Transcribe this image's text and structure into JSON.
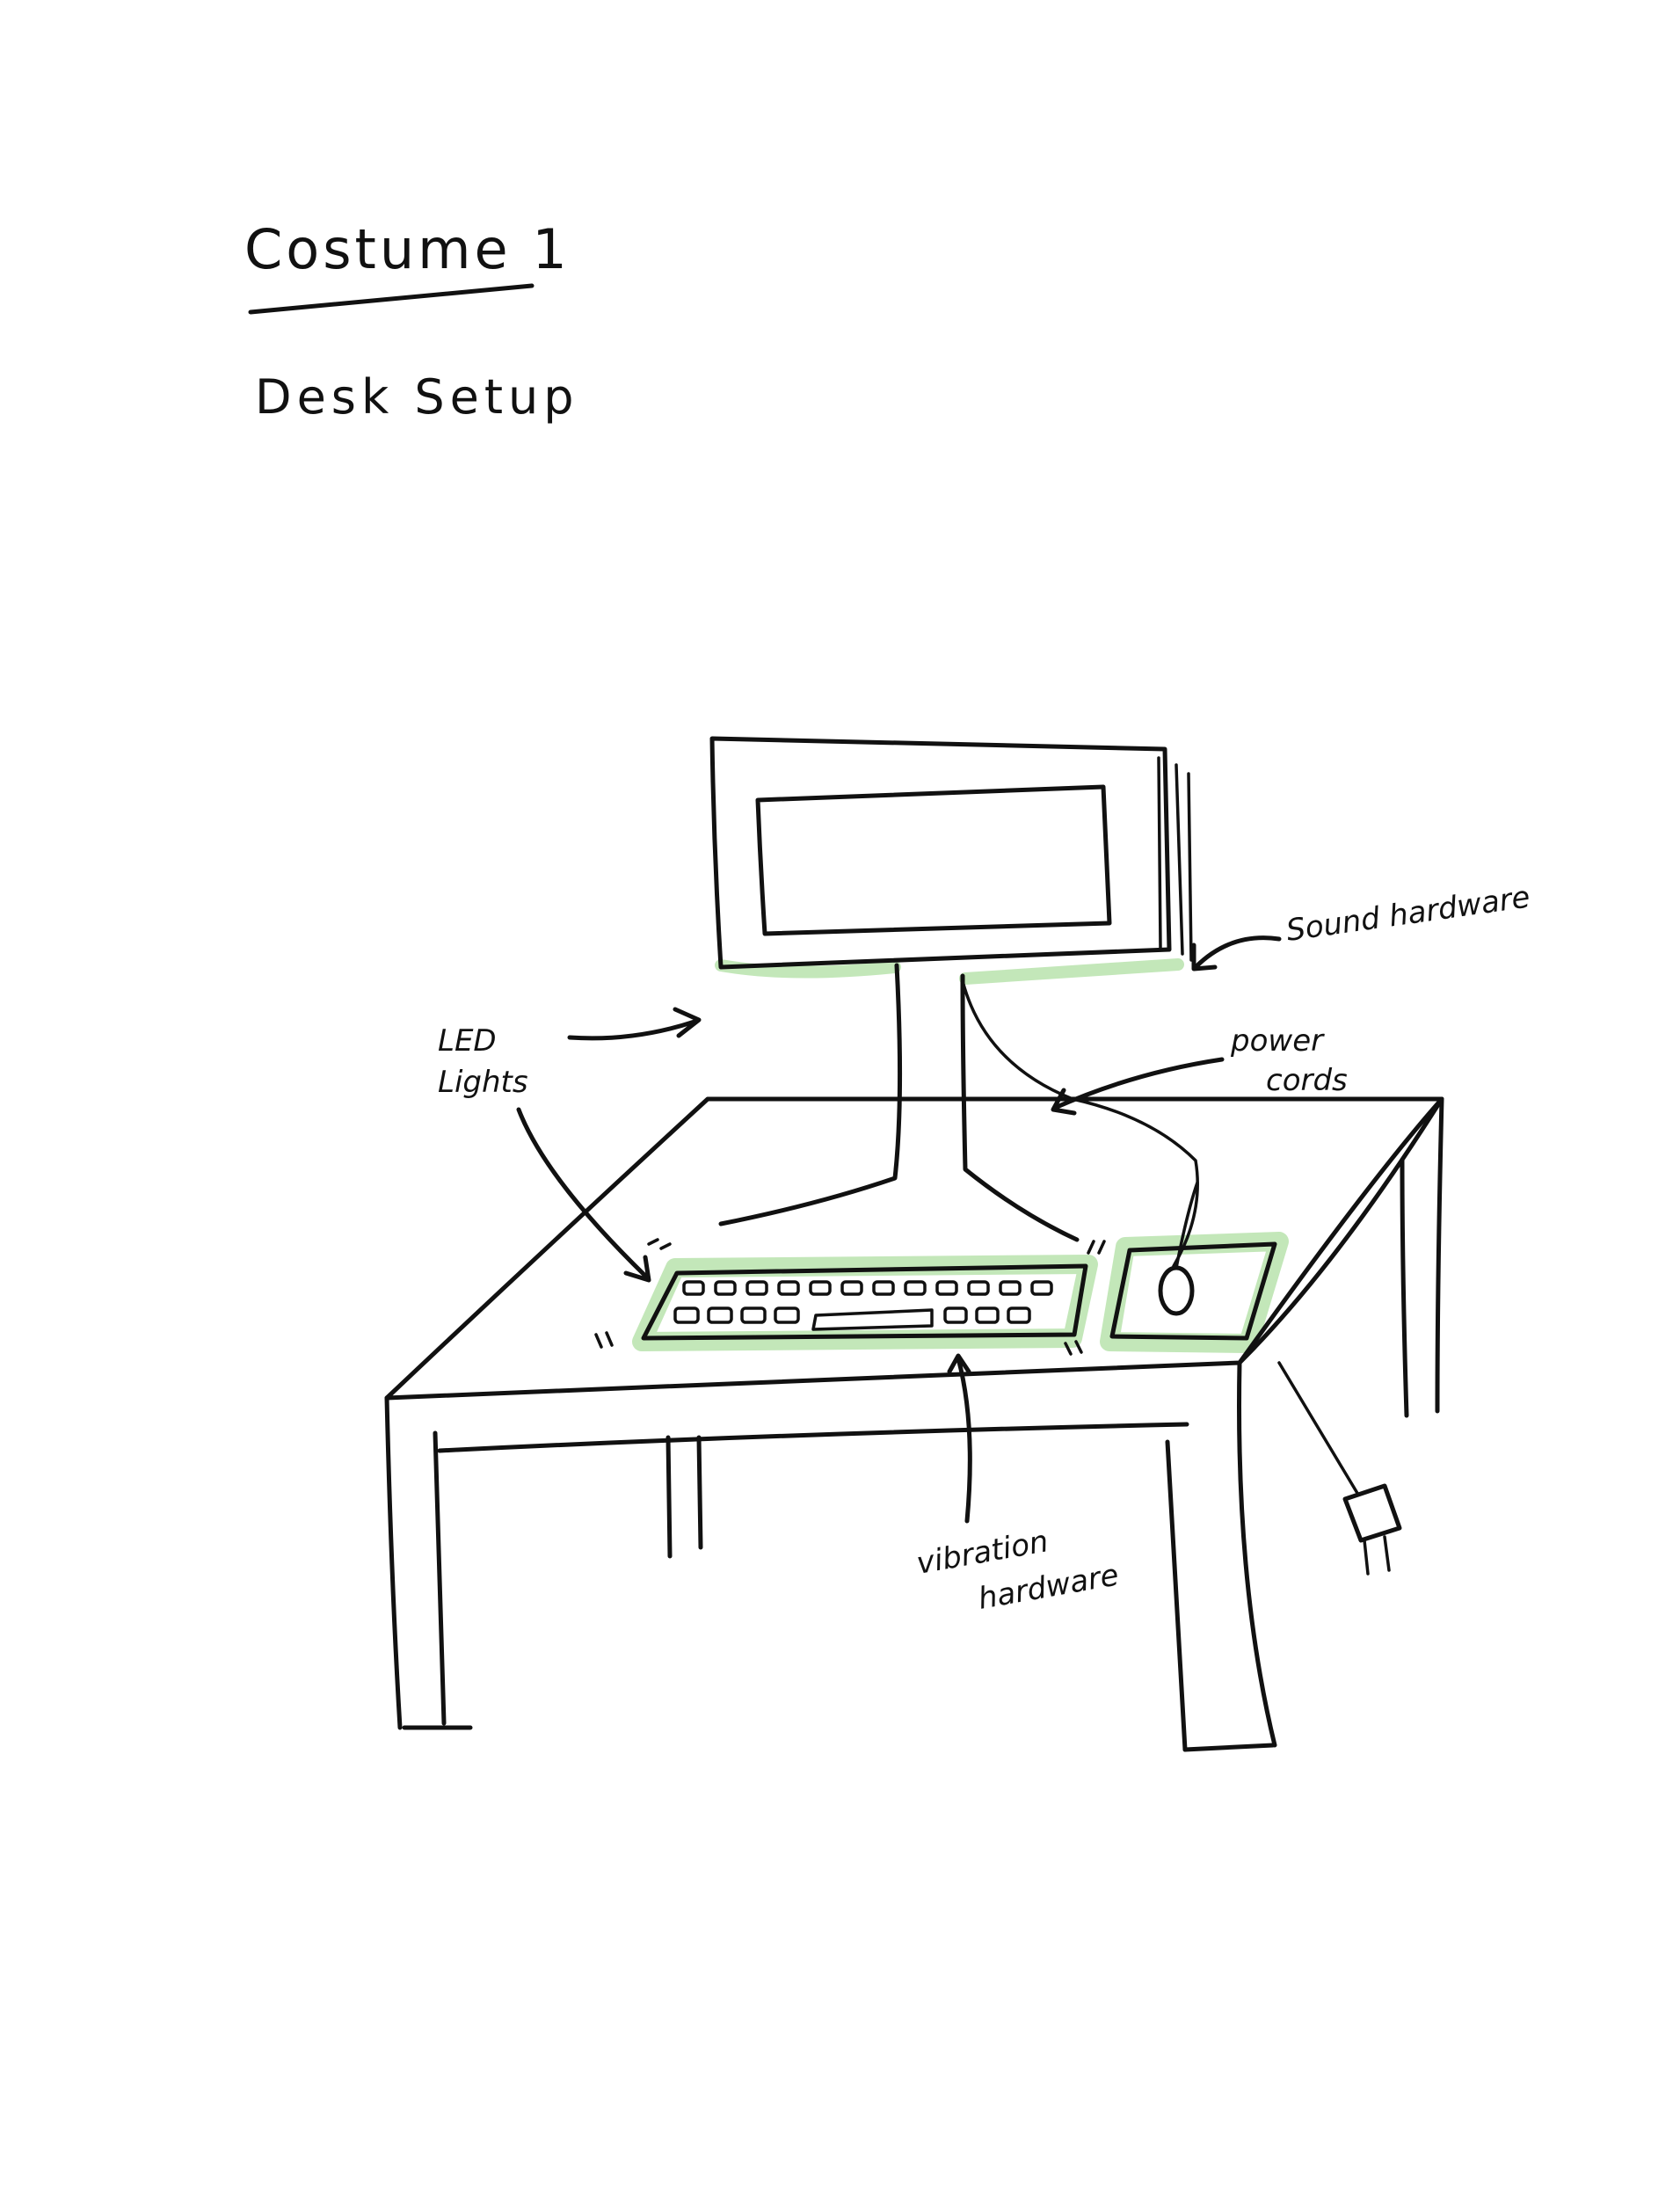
{
  "page": {
    "title": "Costume 1",
    "subtitle": "Desk Setup"
  },
  "annotations": {
    "led_lights_line1": "LED",
    "led_lights_line2": "Lights",
    "sound_hardware": "Sound hardware",
    "power_cords_line1": "power",
    "power_cords_line2": "cords",
    "vibration_hardware_line1": "vibration",
    "vibration_hardware_line2": "hardware"
  },
  "colors": {
    "ink": "#111111",
    "led_glow": "#b9e3ad",
    "paper": "#ffffff"
  },
  "icons": {
    "monitor": "monitor-icon",
    "keyboard": "keyboard-icon",
    "mouse": "mouse-icon",
    "mousepad": "mousepad-icon",
    "desk": "desk-icon",
    "plug": "power-plug-icon"
  }
}
